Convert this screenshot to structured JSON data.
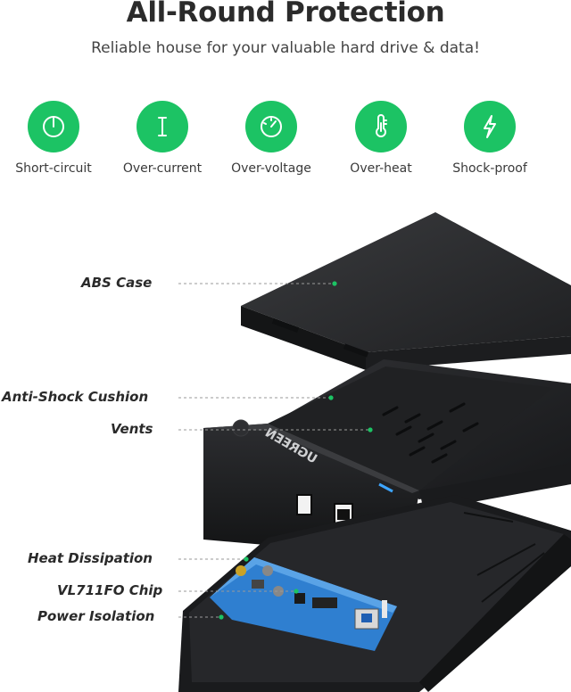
{
  "header": {
    "title": "All-Round Protection",
    "subtitle": "Reliable house for your valuable hard drive & data!"
  },
  "features": [
    {
      "label": "Short-circuit",
      "icon": "power-icon"
    },
    {
      "label": "Over-current",
      "icon": "current-icon"
    },
    {
      "label": "Over-voltage",
      "icon": "gauge-icon"
    },
    {
      "label": "Over-heat",
      "icon": "thermometer-icon"
    },
    {
      "label": "Shock-proof",
      "icon": "lightning-icon"
    }
  ],
  "callouts": {
    "abs_case": "ABS Case",
    "cushion": "Anti-Shock Cushion",
    "vents": "Vents",
    "heat": "Heat Dissipation",
    "chip": "VL711FO Chip",
    "isolation": "Power Isolation"
  },
  "product": {
    "brand": "UGREEN"
  },
  "colors": {
    "accent": "#1cc364",
    "case": "#2a2b2d",
    "board": "#2f7fd0"
  }
}
